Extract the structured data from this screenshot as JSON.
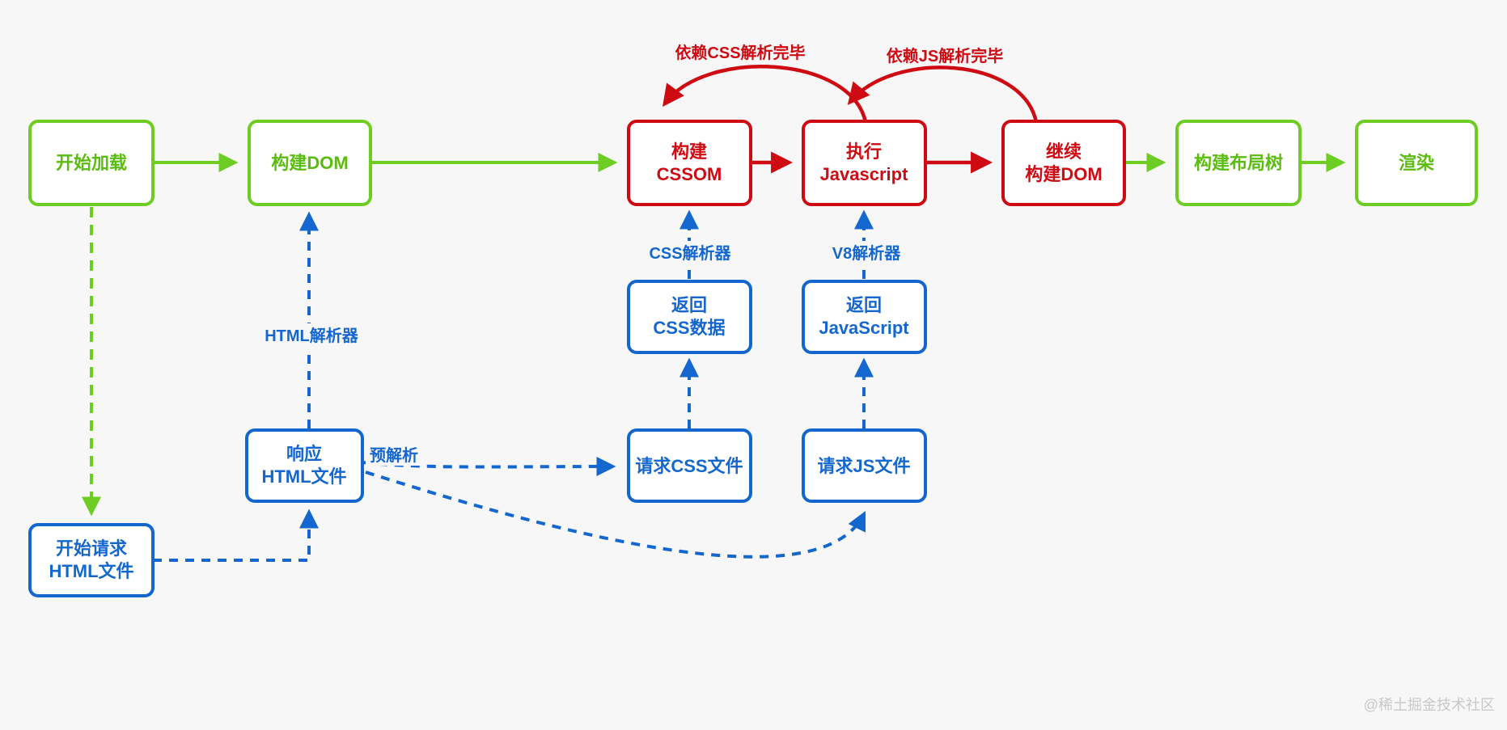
{
  "colors": {
    "green": "#6ecd23",
    "red": "#ce0b12",
    "blue": "#1467cf",
    "background": "#f7f7f7",
    "watermark_gray": "#c8c8c8"
  },
  "nodes": {
    "start_load": {
      "label": "开始加载"
    },
    "build_dom": {
      "label": "构建DOM"
    },
    "build_cssom": {
      "line1": "构建",
      "line2": "CSSOM"
    },
    "exec_js": {
      "line1": "执行",
      "line2": "Javascript"
    },
    "continue_build_dom": {
      "line1": "继续",
      "line2": "构建DOM"
    },
    "build_layout_tree": {
      "label": "构建布局树"
    },
    "render": {
      "label": "渲染"
    },
    "return_css_data": {
      "line1": "返回",
      "line2": "CSS数据"
    },
    "return_javascript": {
      "line1": "返回",
      "line2": "JavaScript"
    },
    "response_html": {
      "line1": "响应",
      "line2": "HTML文件"
    },
    "request_css_file": {
      "label": "请求CSS文件"
    },
    "request_js_file": {
      "label": "请求JS文件"
    },
    "start_request_html": {
      "line1": "开始请求",
      "line2": "HTML文件"
    }
  },
  "edge_labels": {
    "depend_css_parsed": "依赖CSS解析完毕",
    "depend_js_parsed": "依赖JS解析完毕",
    "css_parser": "CSS解析器",
    "v8_parser": "V8解析器",
    "html_parser": "HTML解析器",
    "pre_parse": "预解析"
  },
  "watermark": "@稀土掘金技术社区"
}
